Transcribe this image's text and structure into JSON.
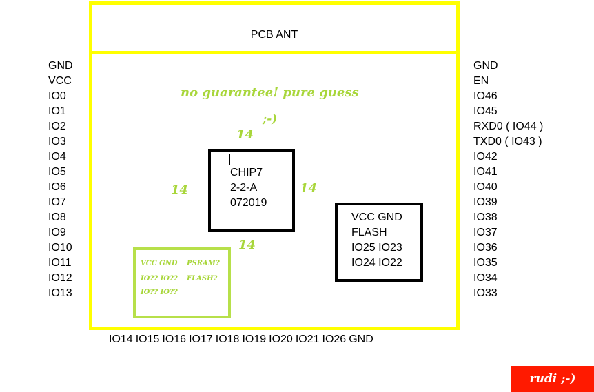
{
  "antenna": {
    "label": "PCB ANT"
  },
  "pins_left": [
    "GND",
    "VCC",
    "IO0",
    "IO1",
    "IO2",
    "IO3",
    "IO4",
    "IO5",
    "IO6",
    "IO7",
    "IO8",
    "IO9",
    "IO10",
    "IO11",
    "IO12",
    "IO13"
  ],
  "pins_right": [
    "GND",
    "EN",
    "IO46",
    "IO45",
    "RXD0 ( IO44 )",
    "TXD0 ( IO43 )",
    "IO42",
    "IO41",
    "IO40",
    "IO39",
    "IO38",
    "IO37",
    "IO36",
    "IO35",
    "IO34",
    "IO33"
  ],
  "pins_bottom": [
    "IO14",
    "IO15",
    "IO16",
    "IO17",
    "IO18",
    "IO19",
    "IO20",
    "IO21",
    "IO26",
    "GND"
  ],
  "notes": {
    "disclaimer": "no guarantee! pure guess",
    "wink": ";-)"
  },
  "chip": {
    "pin_count_top": "14",
    "pin_count_left": "14",
    "pin_count_right": "14",
    "pin_count_bottom": "14",
    "lines": [
      "CHIP7",
      "2-2-A",
      "072019"
    ]
  },
  "flash": {
    "lines": [
      "VCC GND",
      "FLASH",
      "IO25 IO23",
      "IO24 IO22"
    ]
  },
  "psram": {
    "line_1": "VCC GND",
    "line_2": "IO?? IO??",
    "line_3": "IO?? IO??",
    "note_1": "PSRAM?",
    "note_2": "FLASH?"
  },
  "signature": "rudi ;-)",
  "colors": {
    "module_outline": "#ffff00",
    "guess_text": "#a8d63a",
    "psram_outline": "#b7e04a",
    "signature_bg": "#ff1a00"
  }
}
